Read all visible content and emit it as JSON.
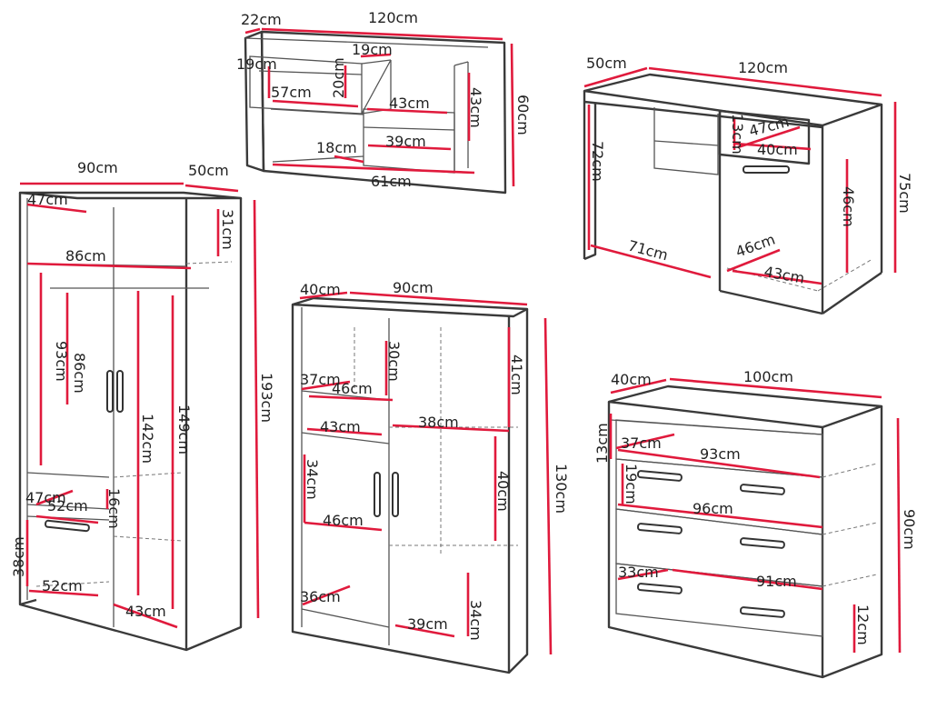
{
  "colors": {
    "outline": "#3a3a3a",
    "dimension": "#e01a3c",
    "text": "#222222"
  },
  "shelf": {
    "depth": "22cm",
    "width": "120cm",
    "height": "60cm",
    "d1": "19cm",
    "d2": "19cm",
    "d3": "20cm",
    "d4": "57cm",
    "d5": "43cm",
    "d6": "43cm",
    "d7": "18cm",
    "d8": "39cm",
    "d9": "61cm"
  },
  "desk": {
    "depth": "50cm",
    "width": "120cm",
    "height": "75cm",
    "leg_height": "72cm",
    "leg_depth": "71cm",
    "drawer_h": "13cm",
    "drawer_d": "47cm",
    "drawer_w": "40cm",
    "cab_h": "46cm",
    "cab_d": "46cm",
    "cab_w": "43cm"
  },
  "wardrobe": {
    "width": "90cm",
    "depth": "50cm",
    "height": "193cm",
    "top_d": "47cm",
    "top_h": "31cm",
    "inner_w": "86cm",
    "rail_h": "93cm",
    "inner_h": "86cm",
    "h142": "142cm",
    "h149": "149cm",
    "dr_d": "47cm",
    "dr_w": "52cm",
    "dr_h": "16cm",
    "bot_h": "38cm",
    "bot_w": "52cm",
    "bot_d": "43cm"
  },
  "cabinet": {
    "depth": "40cm",
    "width": "90cm",
    "height": "130cm",
    "top_h": "30cm",
    "top_d": "37cm",
    "top_w": "46cm",
    "side_h": "41cm",
    "dr_w": "43cm",
    "mid_w": "38cm",
    "mid_h": "34cm",
    "mid_w2": "46cm",
    "right_h": "40cm",
    "bot_d": "36cm",
    "bot_w": "39cm",
    "bot_h": "34cm"
  },
  "dresser": {
    "depth": "40cm",
    "width": "100cm",
    "height": "90cm",
    "top_h": "13cm",
    "top_d": "37cm",
    "top_w": "93cm",
    "d2_h": "19cm",
    "d2_w": "96cm",
    "d3_d": "33cm",
    "d3_w": "91cm",
    "bot_h": "12cm"
  }
}
